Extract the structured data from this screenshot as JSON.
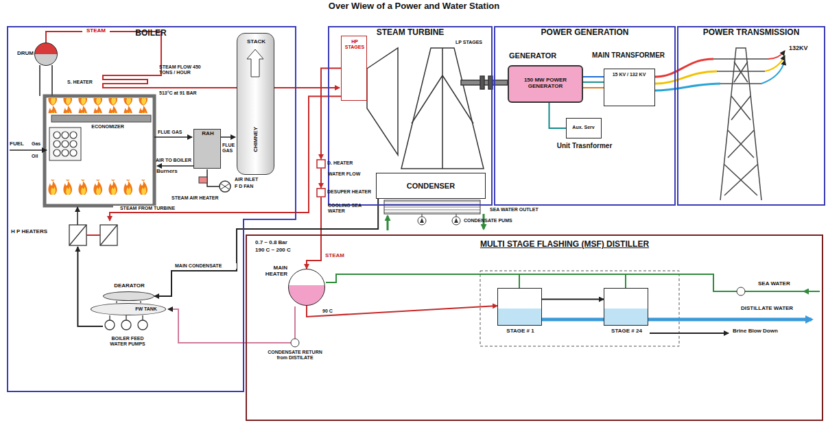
{
  "diagram": {
    "title": "Over Wiew of a Power and Water Station",
    "nodes": [
      {
        "text": [
          "BOILER"
        ]
      },
      {
        "text": [
          "STEAM TURBINE"
        ]
      },
      {
        "text": [
          "POWER GENERATION"
        ]
      },
      {
        "text": [
          "POWER TRANSMISSION"
        ]
      },
      {
        "text": [
          "MULTI STAGE FLASHING (MSF) DISTILLER"
        ]
      },
      {
        "text": [
          "DRUM"
        ],
        "in": 0
      },
      {
        "text": [
          "STACK",
          "CHIMNEY"
        ],
        "in": 0
      },
      {
        "text": [
          "RAH"
        ],
        "in": 0
      },
      {
        "text": [
          "H P HEATERS"
        ],
        "in": 0
      },
      {
        "text": [
          "DEARATOR"
        ],
        "in": 0
      },
      {
        "text": [
          "FW TANK"
        ],
        "in": 0
      },
      {
        "text": [
          "BOILER FEED WATER PUMPS"
        ],
        "in": 0
      },
      {
        "text": [
          "HP STAGES"
        ],
        "in": 1
      },
      {
        "text": [
          "CONDENSER"
        ],
        "in": 1
      },
      {
        "text": [
          "D. HEATER"
        ]
      },
      {
        "text": [
          "DESUPER HEATER"
        ]
      },
      {
        "text": [
          "GENERATOR",
          "150 MW POWER GENERATOR"
        ],
        "in": 2
      },
      {
        "text": [
          "MAIN TRANSFORMER",
          "15 KV / 132 KV"
        ],
        "in": 2
      },
      {
        "text": [
          "Aux. Serv",
          "Unit Trasnformer"
        ],
        "in": 2
      },
      {
        "text": [
          "MAIN HEATER"
        ],
        "in": 4
      },
      {
        "text": [
          "STAGE # 1"
        ],
        "in": 4
      },
      {
        "text": [
          "STAGE # 24"
        ],
        "in": 4
      }
    ],
    "edges": [
      {
        "from": 12,
        "to": 8,
        "arrow": "to",
        "label": "STEAM FROM TURBINE"
      },
      {
        "from": 12,
        "to": 14,
        "arrow": "to"
      },
      {
        "from": 14,
        "to": 15,
        "arrow": "to"
      },
      {
        "from": 15,
        "to": 19,
        "arrow": "to"
      },
      {
        "from": 13,
        "to": 9,
        "arrow": "to",
        "label": "MAIN CONDENSATE"
      },
      {
        "from": 11,
        "to": 8,
        "arrow": "to"
      },
      {
        "from": 16,
        "to": 17,
        "arrow": "none"
      },
      {
        "from": 16,
        "to": 18,
        "arrow": "none"
      },
      {
        "from": 19,
        "to": 20,
        "arrow": "to"
      },
      {
        "from": 20,
        "to": 21,
        "arrow": "to"
      }
    ],
    "labels": [
      "STEAM",
      "S. HEATER",
      "STEAM FLOW 450 TONS / HOUR",
      "513°C at 91 BAR",
      "ECONOMIZER",
      "FUEL",
      "Gas",
      "Oil",
      "FLUE GAS",
      "FLUE GAS",
      "AIR TO BOILER",
      "Burners",
      "AIR INLET",
      "F D FAN",
      "STEAM AIR HEATER",
      "LP STAGES",
      "WATER FLOW",
      "132KV",
      "COOLING SEA WATER",
      "SEA WATER OUTLET",
      "CONDENSATE PUMS",
      "0.7 ~ 0.8 Bar",
      "190 C ~ 200 C",
      "STEAM",
      "90 C",
      "CONDENSATE RETURN from DISTILATE",
      "SEA WATER",
      "DISTILLATE WATER",
      "Brine Blow Down"
    ]
  }
}
